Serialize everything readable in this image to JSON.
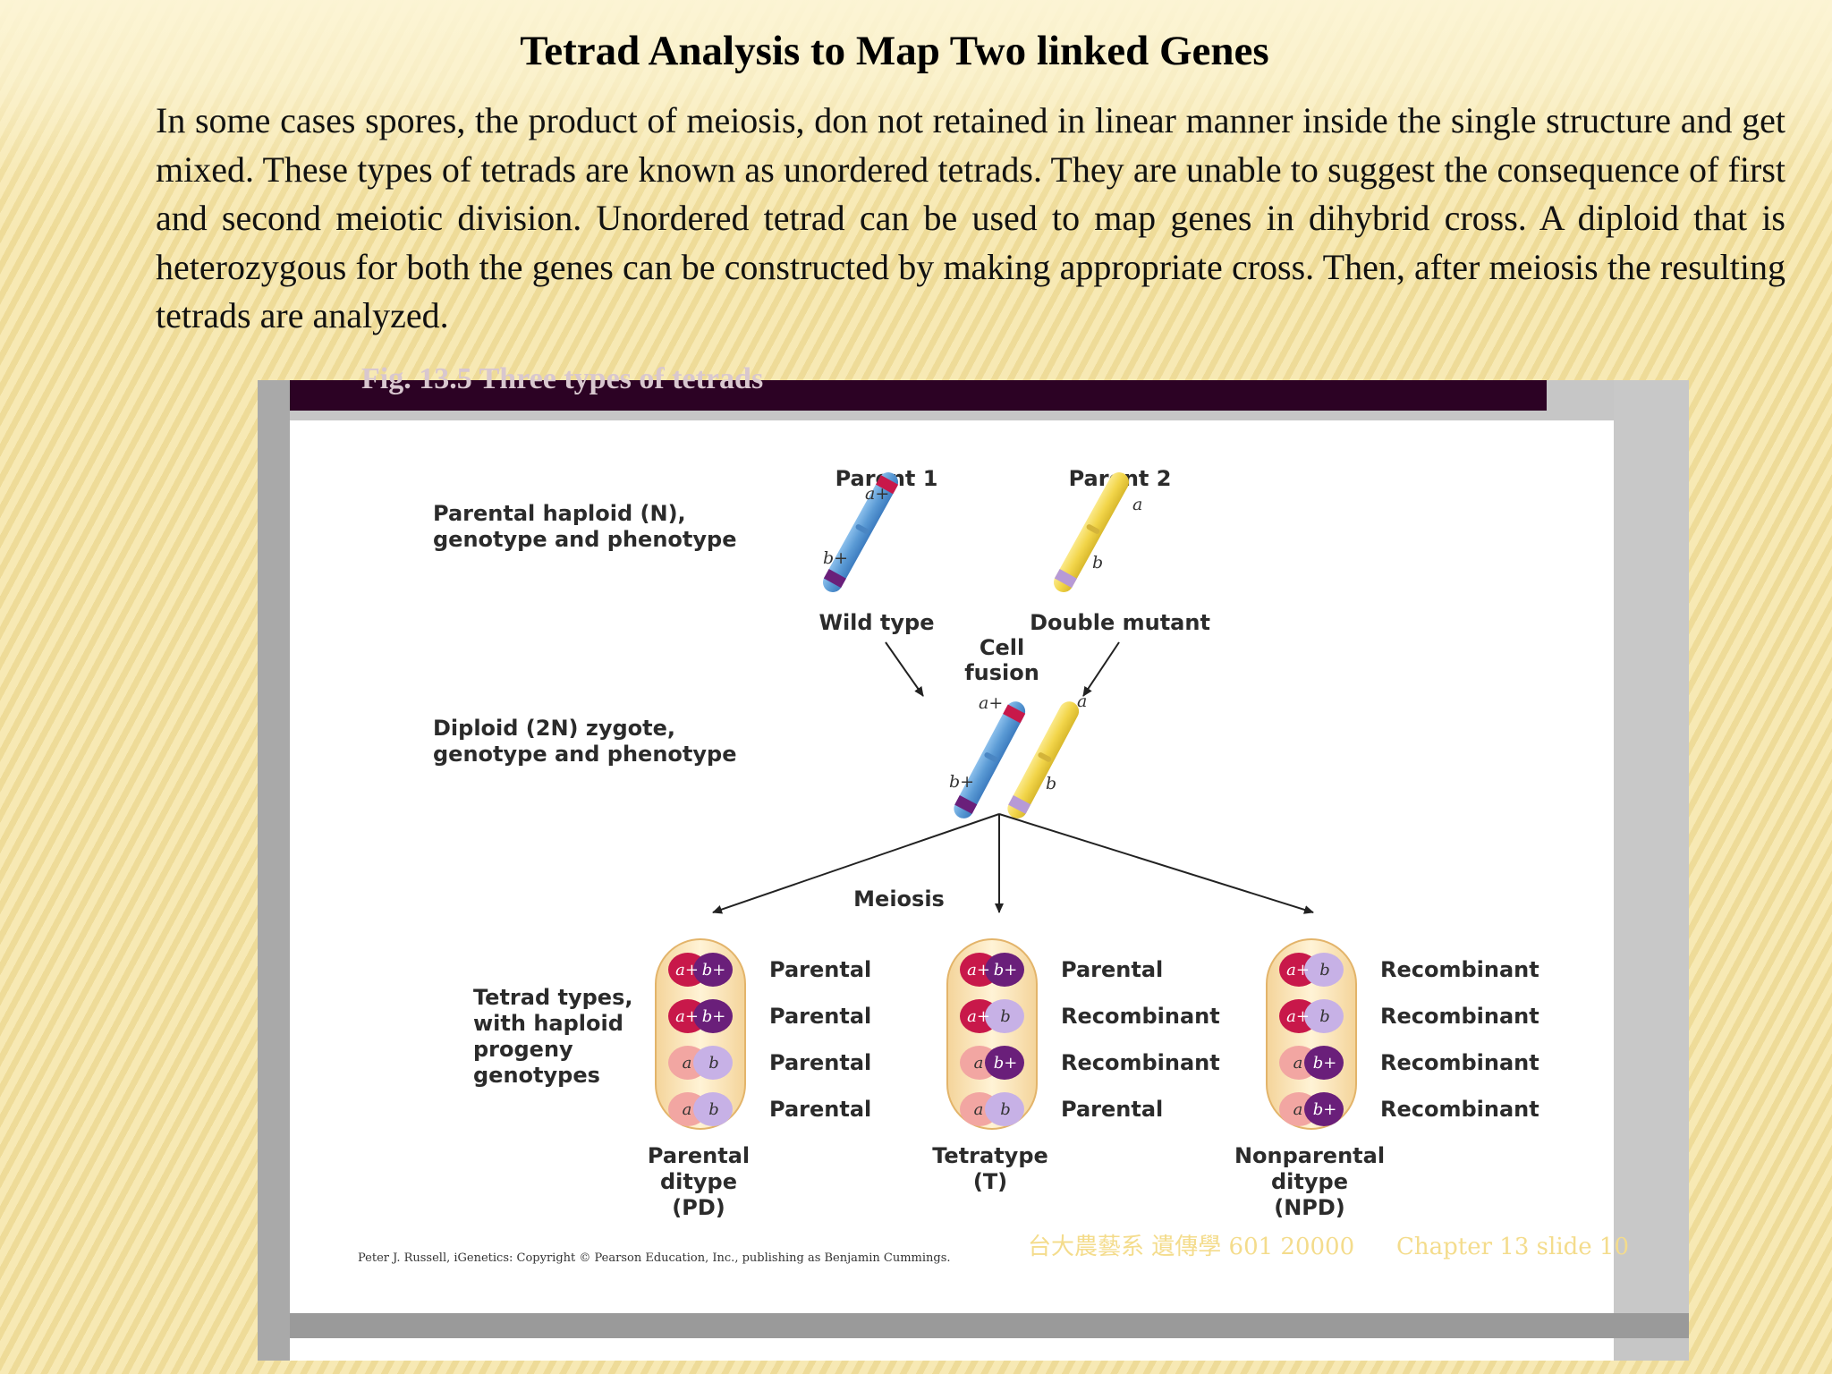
{
  "title": "Tetrad Analysis to Map Two linked Genes",
  "body": "In some cases spores, the product of meiosis, don not retained in linear manner inside the single structure and get mixed. These types of tetrads are known as unordered tetrads. They are unable to suggest the consequence of first and second meiotic division. Unordered tetrad can be  used to map genes in dihybrid cross. A diploid that is heterozygous for both the genes can be constructed by making appropriate cross. Then, after meiosis the resulting tetrads are analyzed.",
  "figure": {
    "banner": "Fig. 13.5 Three types of tetrads",
    "row_labels": {
      "haploid_1": "Parental haploid (N),",
      "haploid_2": "genotype and phenotype",
      "diploid_1": "Diploid (2N) zygote,",
      "diploid_2": "genotype and phenotype",
      "tetrad_1": "Tetrad types,",
      "tetrad_2": "with haploid",
      "tetrad_3": "progeny",
      "tetrad_4": "genotypes"
    },
    "parent1": {
      "title": "Parent 1",
      "allele_a": "a+",
      "allele_b": "b+",
      "phenotype": "Wild type"
    },
    "parent2": {
      "title": "Parent 2",
      "allele_a": "a",
      "allele_b": "b",
      "phenotype": "Double mutant"
    },
    "fusion": {
      "line1": "Cell",
      "line2": "fusion"
    },
    "diploid_alleles": {
      "a_plus": "a+",
      "b_plus": "b+",
      "a": "a",
      "b": "b"
    },
    "meiosis": "Meiosis",
    "tetrads": [
      {
        "name_1": "Parental",
        "name_2": "ditype",
        "name_3": "(PD)",
        "spores": [
          {
            "a": "a+",
            "b": "b+",
            "label": "Parental"
          },
          {
            "a": "a+",
            "b": "b+",
            "label": "Parental"
          },
          {
            "a": "a",
            "b": "b",
            "label": "Parental"
          },
          {
            "a": "a",
            "b": "b",
            "label": "Parental"
          }
        ]
      },
      {
        "name_1": "Tetratype",
        "name_2": "(T)",
        "name_3": "",
        "spores": [
          {
            "a": "a+",
            "b": "b+",
            "label": "Parental"
          },
          {
            "a": "a+",
            "b": "b",
            "label": "Recombinant"
          },
          {
            "a": "a",
            "b": "b+",
            "label": "Recombinant"
          },
          {
            "a": "a",
            "b": "b",
            "label": "Parental"
          }
        ]
      },
      {
        "name_1": "Nonparental",
        "name_2": "ditype",
        "name_3": "(NPD)",
        "spores": [
          {
            "a": "a+",
            "b": "b",
            "label": "Recombinant"
          },
          {
            "a": "a+",
            "b": "b",
            "label": "Recombinant"
          },
          {
            "a": "a",
            "b": "b+",
            "label": "Recombinant"
          },
          {
            "a": "a",
            "b": "b+",
            "label": "Recombinant"
          }
        ]
      }
    ],
    "credit": "Peter J. Russell, iGenetics: Copyright © Pearson Education, Inc., publishing as Benjamin Cummings.",
    "watermark": "台大農藝系 遺傳學 601 20000",
    "chapter": "Chapter 13 slide 10",
    "colors": {
      "blue": "#5b9bd5",
      "yellow": "#f2d54a",
      "red": "#c8184a",
      "purple": "#6a1f7a",
      "banner": "#2c0224"
    }
  }
}
